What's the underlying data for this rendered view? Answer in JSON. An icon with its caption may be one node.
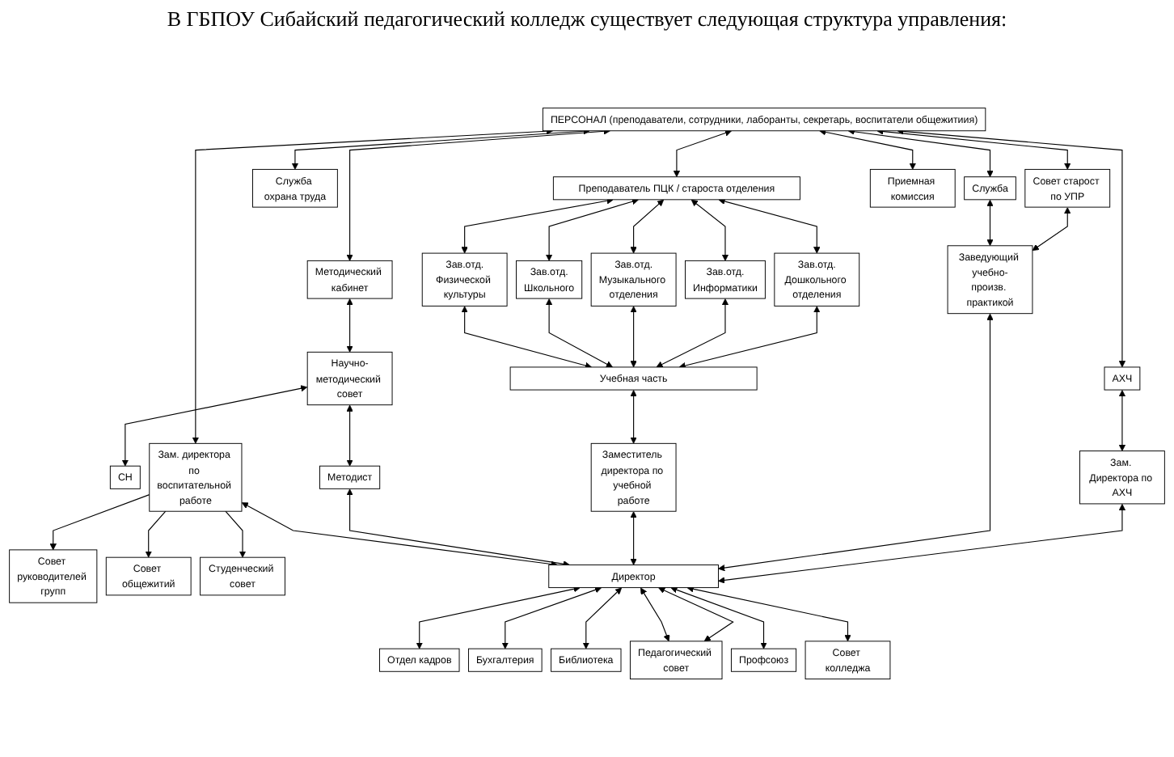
{
  "diagram": {
    "title": "В ГБПОУ Сибайский педагогический колледж существует следующая структура управления:",
    "nodes": [
      {
        "text": [
          "ПЕРСОНАЛ (преподаватели, сотрудники, лаборанты, секретарь, воспитатели общежитиия)"
        ]
      },
      {
        "text": [
          "Преподаватель ПЦК / староста отделения"
        ]
      },
      {
        "text": [
          "АХЧ"
        ]
      },
      {
        "text": [
          "Методический кабинет"
        ]
      },
      {
        "text": [
          "Совет руководителей групп"
        ]
      },
      {
        "text": [
          "Служба охрана труда"
        ]
      },
      {
        "text": [
          "Совет старост по УПР"
        ]
      },
      {
        "text": [
          "Служба"
        ]
      },
      {
        "text": [
          "Приемная комиссия"
        ]
      },
      {
        "text": [
          "Зав.отд.",
          "Дошкольного отделения"
        ]
      },
      {
        "text": [
          "Зав.отд.",
          "Информатики"
        ]
      },
      {
        "text": [
          "Зав.отд.",
          "Музыкального отделения"
        ]
      },
      {
        "text": [
          "Зав.отд.",
          "Школьного"
        ]
      },
      {
        "text": [
          "Зав.отд.",
          "Физической культуры"
        ]
      },
      {
        "text": [
          "Совет общежитий"
        ]
      },
      {
        "text": [
          "Студенческий совет"
        ]
      },
      {
        "text": [
          "Научно-методический совет"
        ]
      },
      {
        "text": [
          "Учебная часть"
        ]
      },
      {
        "text": [
          "СН"
        ]
      },
      {
        "text": [
          "Зам. Директора по АХЧ"
        ]
      },
      {
        "text": [
          "Заведующий учебно-произв. практикой"
        ]
      },
      {
        "text": [
          "Заместитель директора по учебной работе"
        ]
      },
      {
        "text": [
          "Методист"
        ]
      },
      {
        "text": [
          "Зам. директора по воспитательной работе"
        ]
      },
      {
        "text": [
          "Отдел кадров"
        ]
      },
      {
        "text": [
          "Бухгалтерия"
        ]
      },
      {
        "text": [
          "Библиотека"
        ]
      },
      {
        "text": [
          "Профсоюз"
        ]
      },
      {
        "text": [
          "Педагогический совет"
        ]
      },
      {
        "text": [
          "Директор"
        ]
      },
      {
        "text": [
          "Совет колледжа"
        ]
      }
    ],
    "edges": [
      {
        "from": 0,
        "to": 2,
        "arrow": "both"
      },
      {
        "from": 0,
        "to": 5,
        "arrow": "both"
      },
      {
        "from": 0,
        "to": 6,
        "arrow": "both"
      },
      {
        "from": 0,
        "to": 7,
        "arrow": "both"
      },
      {
        "from": 0,
        "to": 8,
        "arrow": "both"
      },
      {
        "from": 0,
        "to": 1,
        "arrow": "both"
      },
      {
        "from": 0,
        "to": 3,
        "arrow": "both"
      },
      {
        "from": 0,
        "to": 23,
        "arrow": "both"
      },
      {
        "from": 23,
        "to": 4,
        "arrow": "to"
      },
      {
        "from": 23,
        "to": 14,
        "arrow": "to"
      },
      {
        "from": 23,
        "to": 15,
        "arrow": "to"
      },
      {
        "from": 1,
        "to": 9,
        "arrow": "both"
      },
      {
        "from": 1,
        "to": 10,
        "arrow": "both"
      },
      {
        "from": 1,
        "to": 11,
        "arrow": "both"
      },
      {
        "from": 1,
        "to": 12,
        "arrow": "both"
      },
      {
        "from": 1,
        "to": 13,
        "arrow": "both"
      },
      {
        "from": 9,
        "to": 17,
        "arrow": "both"
      },
      {
        "from": 10,
        "to": 17,
        "arrow": "both"
      },
      {
        "from": 11,
        "to": 17,
        "arrow": "both"
      },
      {
        "from": 12,
        "to": 17,
        "arrow": "both"
      },
      {
        "from": 13,
        "to": 17,
        "arrow": "both"
      },
      {
        "from": 17,
        "to": 21,
        "arrow": "both"
      },
      {
        "from": 2,
        "to": 19,
        "arrow": "both"
      },
      {
        "from": 6,
        "to": 20,
        "arrow": "both"
      },
      {
        "from": 7,
        "to": 20,
        "arrow": "both"
      },
      {
        "from": 3,
        "to": 16,
        "arrow": "both"
      },
      {
        "from": 16,
        "to": 18,
        "arrow": "both"
      },
      {
        "from": 16,
        "to": 22,
        "arrow": "both"
      },
      {
        "from": 19,
        "to": 29,
        "arrow": "both"
      },
      {
        "from": 20,
        "to": 29,
        "arrow": "both"
      },
      {
        "from": 29,
        "to": 24,
        "arrow": "both"
      },
      {
        "from": 29,
        "to": 28,
        "arrow": "both"
      },
      {
        "from": 29,
        "to": 25,
        "arrow": "both"
      },
      {
        "from": 21,
        "to": 29,
        "arrow": "both"
      },
      {
        "from": 29,
        "to": 26,
        "arrow": "both"
      },
      {
        "from": 22,
        "to": 29,
        "arrow": "both"
      },
      {
        "from": 29,
        "to": 27,
        "arrow": "both"
      },
      {
        "from": 23,
        "to": 29,
        "arrow": "both"
      },
      {
        "from": 29,
        "to": 28,
        "arrow": "both"
      },
      {
        "from": 29,
        "to": 30,
        "arrow": "both"
      }
    ]
  }
}
